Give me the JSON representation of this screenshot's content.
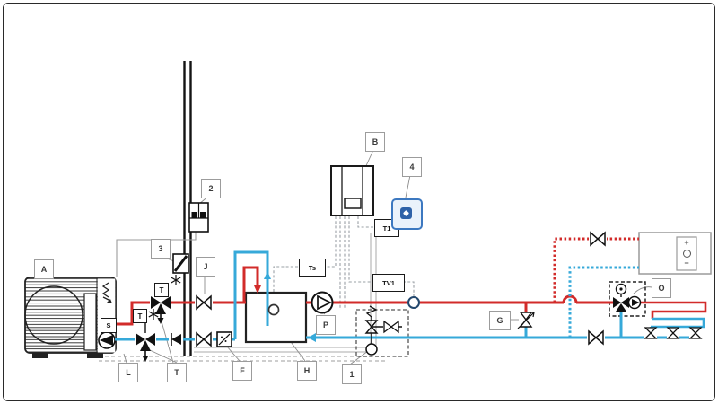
{
  "diagram": {
    "callouts": {
      "heat_pump": "A",
      "electric_meter": "2",
      "wall_duct": "3",
      "boiler": "B",
      "thermostat": "4",
      "shutoff_valves": "J",
      "pump": "P",
      "condensate": "L",
      "antifreeze_valves": "T",
      "filter": "F",
      "buffer_tank": "H",
      "zone": "1",
      "bypass_valve": "G",
      "mixing_station": "O"
    },
    "sensors": {
      "flow_sensor": "S",
      "valve_head_red": "T",
      "valve_head_blue": "T",
      "tank_sensor": "Ts",
      "thermostat_link": "T1",
      "flow_thermostat": "TV1"
    },
    "fan_coil": {
      "plus": "+",
      "minus": "−"
    },
    "colors": {
      "flow_pipe": "#d22b2a",
      "return_pipe": "#36a9d9",
      "thermostat_accent": "#3c78c0",
      "wiring_gray": "#9aa0a6"
    }
  }
}
